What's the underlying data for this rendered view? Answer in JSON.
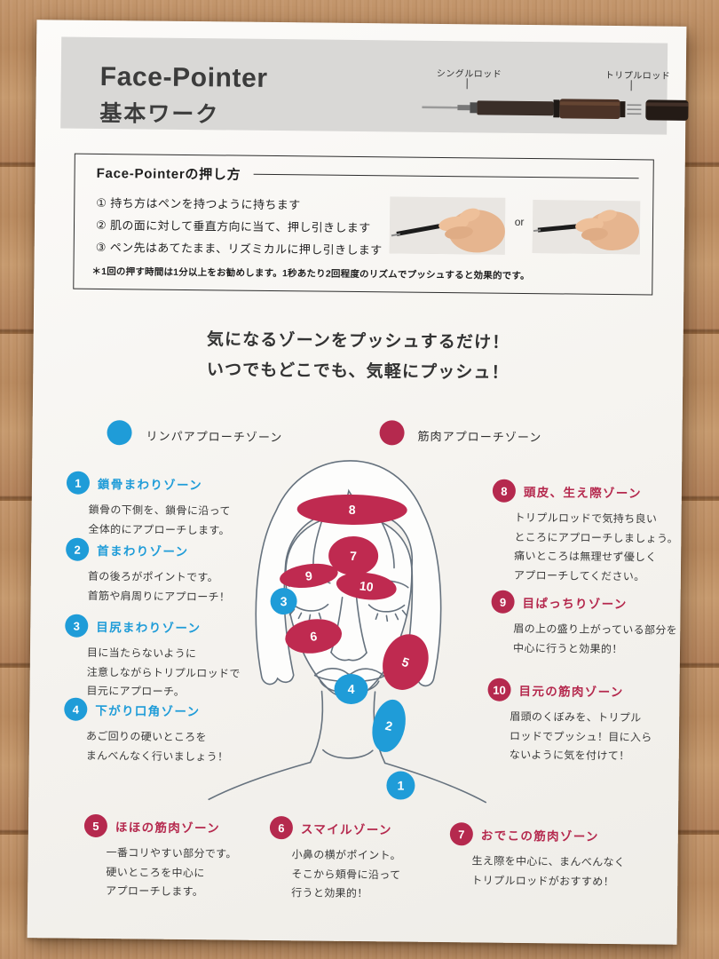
{
  "header": {
    "title_line1": "Face-Pointer",
    "title_line2": "基本ワーク",
    "rod_single": "シングルロッド",
    "rod_triple": "トリプルロッド"
  },
  "howto": {
    "title": "Face-Pointerの押し方",
    "steps": [
      "① 持ち方はペンを持つように持ちます",
      "② 肌の面に対して垂直方向に当て、押し引きします",
      "③ ペン先はあてたまま、リズミカルに押し引きします"
    ],
    "or_label": "or",
    "note": "＊1回の押す時間は1分以上をお勧めします。1秒あたり2回程度のリズムでプッシュすると効果的です。"
  },
  "tagline": {
    "line1": "気になるゾーンをプッシュするだけ！",
    "line2": "いつでもどこでも、気軽にプッシュ！"
  },
  "legend": {
    "lymph_label": "リンパアプローチゾーン",
    "muscle_label": "筋肉アプローチゾーン"
  },
  "colors": {
    "lymph_blue": "#1f9cd8",
    "muscle_red": "#b5294e"
  },
  "zones": [
    {
      "num": "1",
      "type": "lymph",
      "title": "鎖骨まわりゾーン",
      "desc": "鎖骨の下側を、鎖骨に沿って\n全体的にアプローチします。"
    },
    {
      "num": "2",
      "type": "lymph",
      "title": "首まわりゾーン",
      "desc": "首の後ろがポイントです。\n首筋や肩周りにアプローチ！"
    },
    {
      "num": "3",
      "type": "lymph",
      "title": "目尻まわりゾーン",
      "desc": "目に当たらないように\n注意しながらトリプルロッドで\n目元にアプローチ。"
    },
    {
      "num": "4",
      "type": "lymph",
      "title": "下がり口角ゾーン",
      "desc": "あご回りの硬いところを\nまんべんなく行いましょう！"
    },
    {
      "num": "5",
      "type": "muscle",
      "title": "ほほの筋肉ゾーン",
      "desc": "一番コリやすい部分です。\n硬いところを中心に\nアプローチします。"
    },
    {
      "num": "6",
      "type": "muscle",
      "title": "スマイルゾーン",
      "desc": "小鼻の横がポイント。\nそこから頬骨に沿って\n行うと効果的！"
    },
    {
      "num": "7",
      "type": "muscle",
      "title": "おでこの筋肉ゾーン",
      "desc": "生え際を中心に、まんべんなく\nトリプルロッドがおすすめ！"
    },
    {
      "num": "8",
      "type": "muscle",
      "title": "頭皮、生え際ゾーン",
      "desc": "トリプルロッドで気持ち良い\nところにアプローチしましょう。\n痛いところは無理せず優しく\nアプローチしてください。"
    },
    {
      "num": "9",
      "type": "muscle",
      "title": "目ぱっちりゾーン",
      "desc": "眉の上の盛り上がっている部分を\n中心に行うと効果的！"
    },
    {
      "num": "10",
      "type": "muscle",
      "title": "目元の筋肉ゾーン",
      "desc": "眉頭のくぼみを、トリプル\nロッドでプッシュ！目に入ら\nないように気を付けて！"
    }
  ]
}
